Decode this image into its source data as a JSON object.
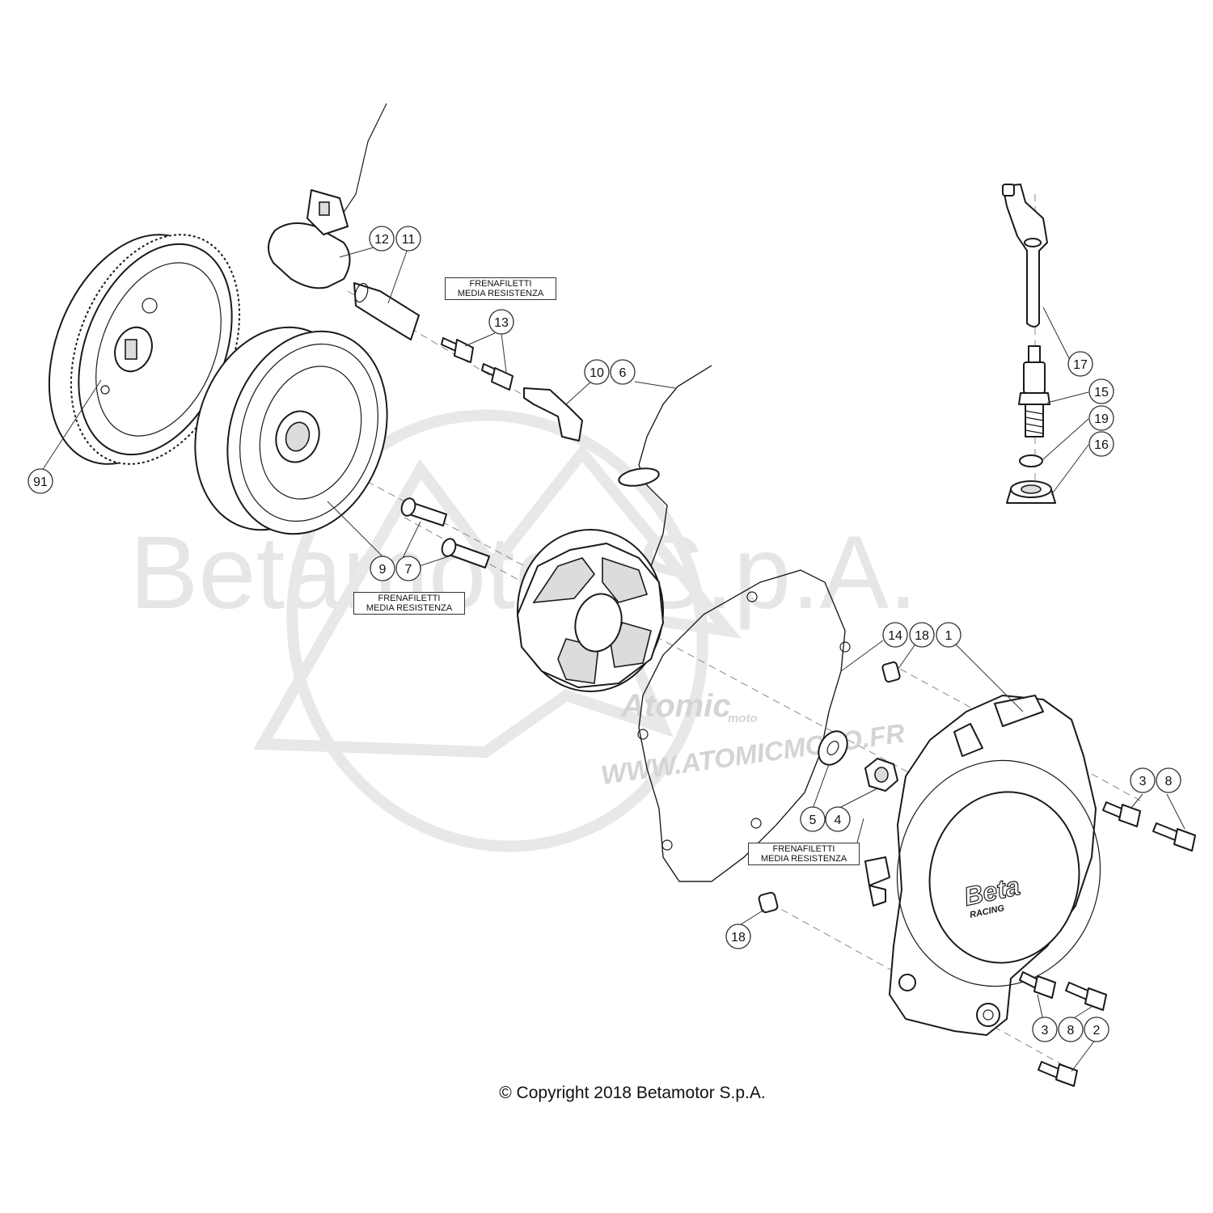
{
  "watermark": {
    "main": "Betamotor S.p.A.",
    "brand": "Atomic",
    "brand_sub": "moto",
    "url": "WWW.ATOMICMOTO.FR"
  },
  "notes": [
    {
      "line1": "FRENAFILETTI",
      "line2": "MEDIA RESISTENZA"
    },
    {
      "line1": "FRENAFILETTI",
      "line2": "MEDIA RESISTENZA"
    },
    {
      "line1": "FRENAFILETTI",
      "line2": "MEDIA RESISTENZA"
    }
  ],
  "callouts": {
    "c91": "91",
    "c12": "12",
    "c11": "11",
    "c13": "13",
    "c10": "10",
    "c6": "6",
    "c9": "9",
    "c7": "7",
    "c17": "17",
    "c15": "15",
    "c19": "19",
    "c16": "16",
    "c14": "14",
    "c18a": "18",
    "c1": "1",
    "c5": "5",
    "c4": "4",
    "c18b": "18",
    "c3a": "3",
    "c8a": "8",
    "c3b": "3",
    "c8b": "8",
    "c2": "2"
  },
  "cover_logo": {
    "brand": "Beta",
    "sub": "RACING"
  },
  "copyright": "© Copyright 2018 Betamotor S.p.A."
}
